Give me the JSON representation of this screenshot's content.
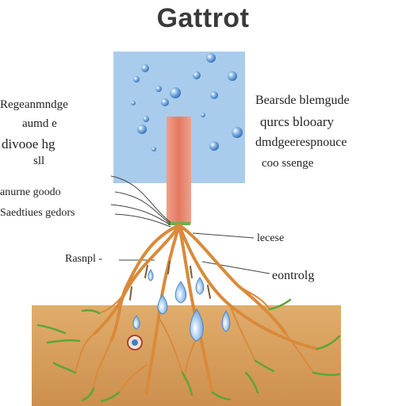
{
  "title": "Gattrot",
  "labels": {
    "left": [
      "Regeanmndge",
      "aumd e",
      "divooe hg",
      "sll",
      "anurne goodo",
      "Saedtiues gedors",
      "Rasnpl -"
    ],
    "right": [
      "Bearsde blemgude",
      "qurcs blooary",
      "dmdgeerespnouce",
      "coo ssenge",
      "lecese",
      "eontrolg"
    ]
  },
  "colors": {
    "water_panel": "#a9ccec",
    "water_drop": "#3d80c8",
    "stem": "#e8826e",
    "soil": "#d9a25f",
    "root": "#d98a3a",
    "rootlet": "#5da53a",
    "label_line": "#444444"
  },
  "icons": [
    "water-droplet-icon",
    "sensor-probe-icon"
  ]
}
